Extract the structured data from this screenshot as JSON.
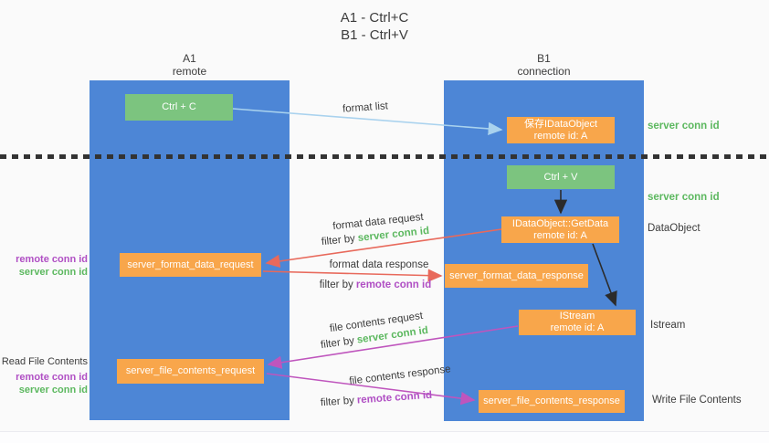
{
  "title": {
    "line1": "A1 - Ctrl+C",
    "line2": "B1 - Ctrl+V"
  },
  "columns": {
    "a": {
      "name": "A1",
      "subtitle": "remote"
    },
    "b": {
      "name": "B1",
      "subtitle": "connection"
    }
  },
  "boxes": {
    "ctrl_c": {
      "label": "Ctrl + C"
    },
    "save_idataobject": {
      "line1": "保存IDataObject",
      "line2": "remote id: A"
    },
    "ctrl_v": {
      "label": "Ctrl + V"
    },
    "getdata": {
      "line1": "IDataObject::GetData",
      "line2": "remote id: A"
    },
    "server_format_data_request": {
      "label": "server_format_data_request"
    },
    "server_format_data_response": {
      "label": "server_format_data_response"
    },
    "istream": {
      "line1": "IStream",
      "line2": "remote id: A"
    },
    "server_file_contents_request": {
      "label": "server_file_contents_request"
    },
    "server_file_contents_response": {
      "label": "server_file_contents_response"
    }
  },
  "flow_labels": {
    "format_list": "format list",
    "format_data_request": "format data request",
    "format_data_response": "format data response",
    "file_contents_request": "file contents request",
    "file_contents_response": "file contents response",
    "filter_by": "filter by",
    "server_conn_id": "server conn id",
    "remote_conn_id": "remote conn id"
  },
  "side_labels": {
    "right": {
      "server_conn_id_1": "server conn id",
      "server_conn_id_2": "server conn id",
      "dataobject": "DataObject",
      "istream": "Istream",
      "write_file_contents": "Write File Contents"
    },
    "left": {
      "remote_conn_id_1": "remote conn id",
      "server_conn_id_1": "server conn id",
      "read_file_contents": "Read File Contents",
      "remote_conn_id_2": "remote conn id",
      "server_conn_id_2": "server conn id"
    }
  },
  "colors": {
    "column_blue": "#4d86d6",
    "box_green": "#7cc47f",
    "box_orange": "#f8a64b",
    "arrow_red": "#e8695b",
    "arrow_magenta": "#bf55bd",
    "arrow_lightblue": "#a9d2ee",
    "arrow_black": "#2b2b2b",
    "text_green": "#5cb85f",
    "text_purple": "#b04fc4",
    "text_dark": "#3c3c3c"
  }
}
